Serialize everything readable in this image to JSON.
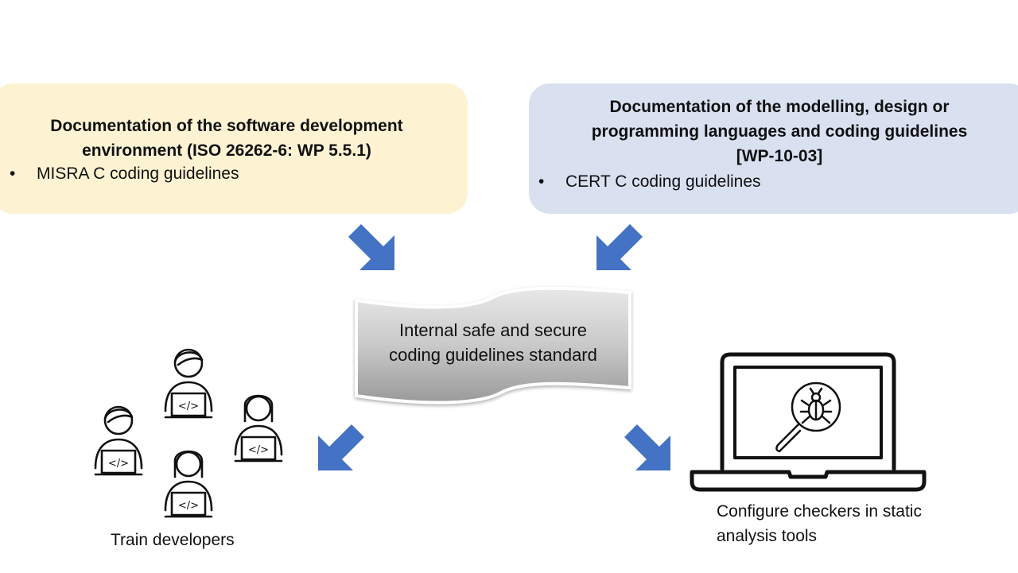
{
  "colors": {
    "left_box": "#fdf3d3",
    "right_box": "#d9e1f1",
    "arrow": "#4472c4",
    "scroll_fill": "#c8c8c8"
  },
  "left_box": {
    "title": "Documentation of the software development environment (ISO 26262-6: WP 5.5.1)",
    "bullet": "MISRA C coding guidelines"
  },
  "right_box": {
    "title_line1": "Documentation of the modelling, design or",
    "title_line2": "programming languages and coding guidelines",
    "title_line3": "[WP-10-03]",
    "bullet": "CERT C coding guidelines"
  },
  "center": {
    "line1": "Internal safe and secure",
    "line2": "coding guidelines standard"
  },
  "outputs": {
    "train": "Train developers",
    "configure_line1": "Configure checkers in static",
    "configure_line2": "analysis tools"
  },
  "icons": {
    "developers": "developers-with-laptops-icon",
    "laptop": "laptop-bug-search-icon",
    "code_glyph": "</>"
  }
}
